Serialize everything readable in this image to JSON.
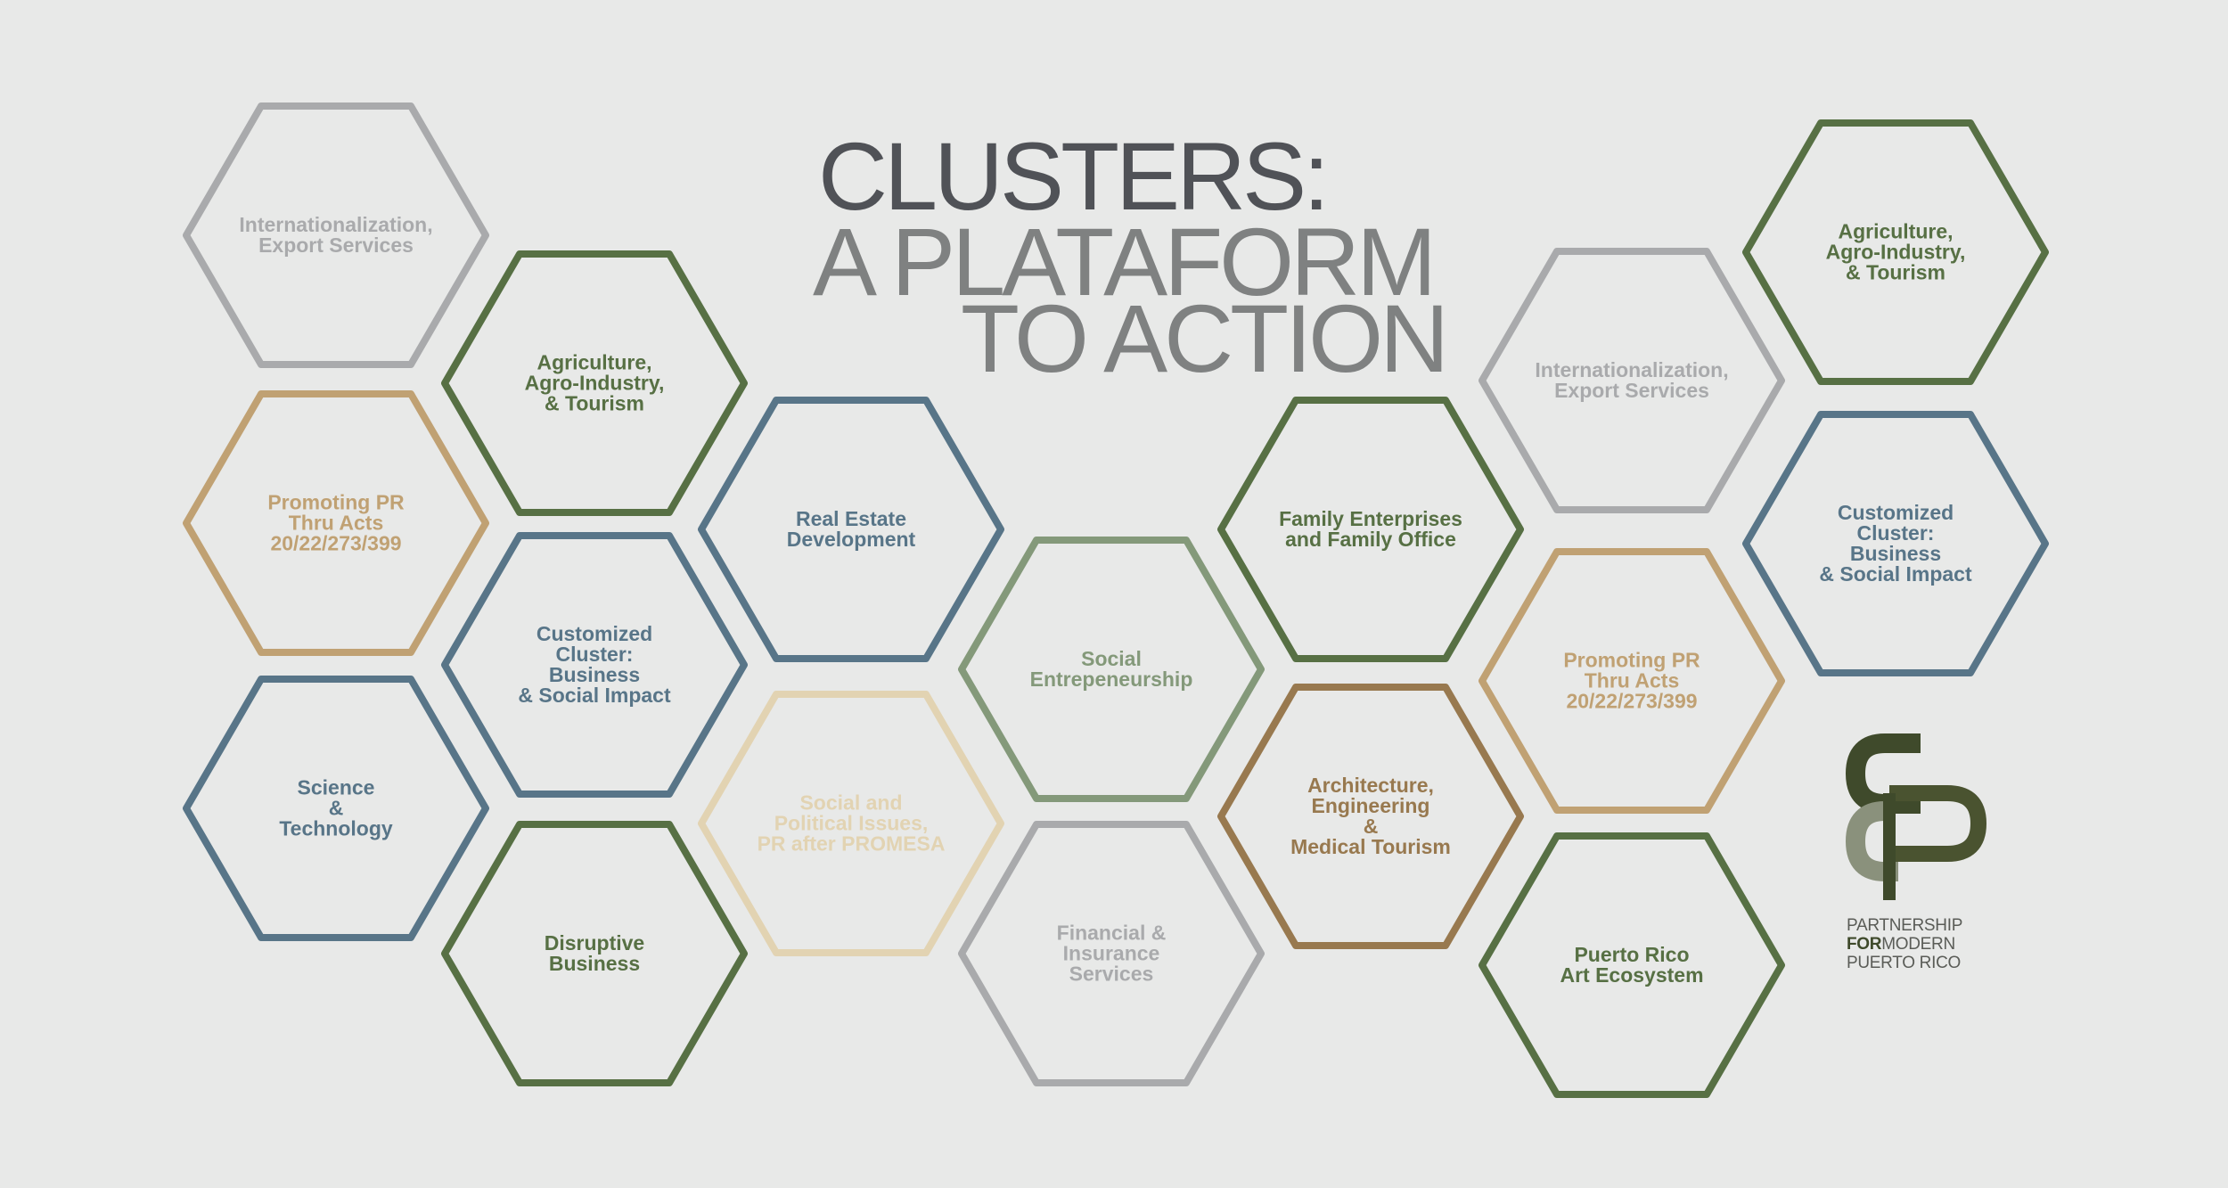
{
  "title": {
    "line1": "CLUSTERS:",
    "line2": "A PLATAFORM",
    "line3": "TO ACTION"
  },
  "colors": {
    "background": "#e8e9e8",
    "gray": "#a9aaac",
    "green": "#577044",
    "tan": "#c0a173",
    "blue": "#587588",
    "light_green": "#84997a",
    "cream": "#e2d3b2",
    "brown": "#98794f",
    "title_dark": "#505257",
    "title_light": "#7f8181"
  },
  "hexagons": [
    {
      "name": "hex-internationalization-left",
      "text": "Internationalization,\nExport Services",
      "color": "gray"
    },
    {
      "name": "hex-agriculture-left",
      "text": "Agriculture,\nAgro-Industry,\n& Tourism",
      "color": "green"
    },
    {
      "name": "hex-promoting-pr-left",
      "text": "Promoting PR\nThru Acts\n20/22/273/399",
      "color": "tan"
    },
    {
      "name": "hex-real-estate",
      "text": "Real Estate\nDevelopment",
      "color": "blue"
    },
    {
      "name": "hex-customized-cluster-left",
      "text": "Customized\nCluster:\nBusiness\n& Social Impact",
      "color": "blue"
    },
    {
      "name": "hex-science-technology",
      "text": "Science\n&\nTechnology",
      "color": "blue"
    },
    {
      "name": "hex-disruptive-business",
      "text": "Disruptive\nBusiness",
      "color": "green"
    },
    {
      "name": "hex-social-political",
      "text": "Social and\nPolitical Issues,\nPR after PROMESA",
      "color": "cream"
    },
    {
      "name": "hex-social-entrepreneurship",
      "text": "Social\nEntrepeneurship",
      "color": "light_green"
    },
    {
      "name": "hex-financial-insurance",
      "text": "Financial &\nInsurance\nServices",
      "color": "gray"
    },
    {
      "name": "hex-family-enterprises",
      "text": "Family Enterprises\nand Family Office",
      "color": "green"
    },
    {
      "name": "hex-architecture",
      "text": "Architecture,\nEngineering\n&\nMedical Tourism",
      "color": "brown"
    },
    {
      "name": "hex-internationalization-right",
      "text": "Internationalization,\nExport Services",
      "color": "gray"
    },
    {
      "name": "hex-promoting-pr-right",
      "text": "Promoting PR\nThru Acts\n20/22/273/399",
      "color": "tan"
    },
    {
      "name": "hex-art-ecosystem",
      "text": "Puerto Rico\nArt Ecosystem",
      "color": "green"
    },
    {
      "name": "hex-agriculture-right",
      "text": "Agriculture,\nAgro-Industry,\n& Tourism",
      "color": "green"
    },
    {
      "name": "hex-customized-cluster-right",
      "text": "Customized\nCluster:\nBusiness\n& Social Impact",
      "color": "blue"
    }
  ],
  "logo": {
    "line1": "PARTNERSHIP",
    "line2_bold": "FOR",
    "line2_rest": "MODERN",
    "line3": "PUERTO RICO"
  }
}
